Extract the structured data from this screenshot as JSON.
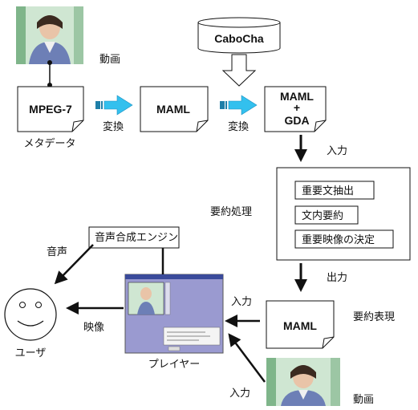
{
  "nodes": {
    "video_top_label": "動画",
    "mpeg7": "MPEG-7",
    "metadata": "メタデータ",
    "convert_1": "変換",
    "maml_1": "MAML",
    "convert_2": "変換",
    "cabocha": "CaboCha",
    "maml_gda_line1": "MAML",
    "maml_gda_plus": "+",
    "maml_gda_line2": "GDA",
    "input_1": "入力",
    "summary_processing": "要約処理",
    "step_1": "重要文抽出",
    "step_2": "文内要約",
    "step_3": "重要映像の決定",
    "output": "出力",
    "maml_2": "MAML",
    "summary_expression": "要約表現",
    "tts_engine": "音声合成エンジン",
    "voice": "音声",
    "image": "映像",
    "user": "ユーザ",
    "player": "プレイヤー",
    "input_2": "入力",
    "input_3": "入力",
    "video_bottom_label": "動画"
  },
  "colors": {
    "block_arrow": "#33c0ee",
    "block_arrow_stub": "#1f7fa8",
    "player_bg": "#9a9ad0",
    "stroke": "#111111"
  }
}
